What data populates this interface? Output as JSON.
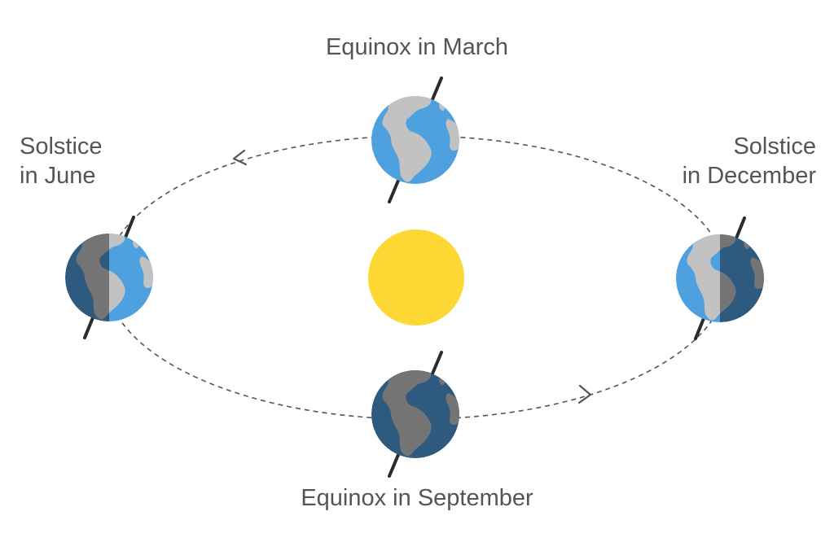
{
  "labels": {
    "equinox_march": "Equinox in March",
    "equinox_september": "Equinox in September",
    "solstice_june_line1": "Solstice",
    "solstice_june_line2": "in June",
    "solstice_december_line1": "Solstice",
    "solstice_december_line2": "in December"
  },
  "colors": {
    "sun": "#fdd835",
    "ocean_day": "#4fa0de",
    "ocean_night": "#2f5a80",
    "land_day": "#c2c2c2",
    "land_night": "#747474",
    "axis": "#2b2b2b",
    "orbit": "#555555",
    "text": "#555555"
  },
  "orbit": {
    "style": "dashed ellipse",
    "direction": "counter-clockwise"
  }
}
